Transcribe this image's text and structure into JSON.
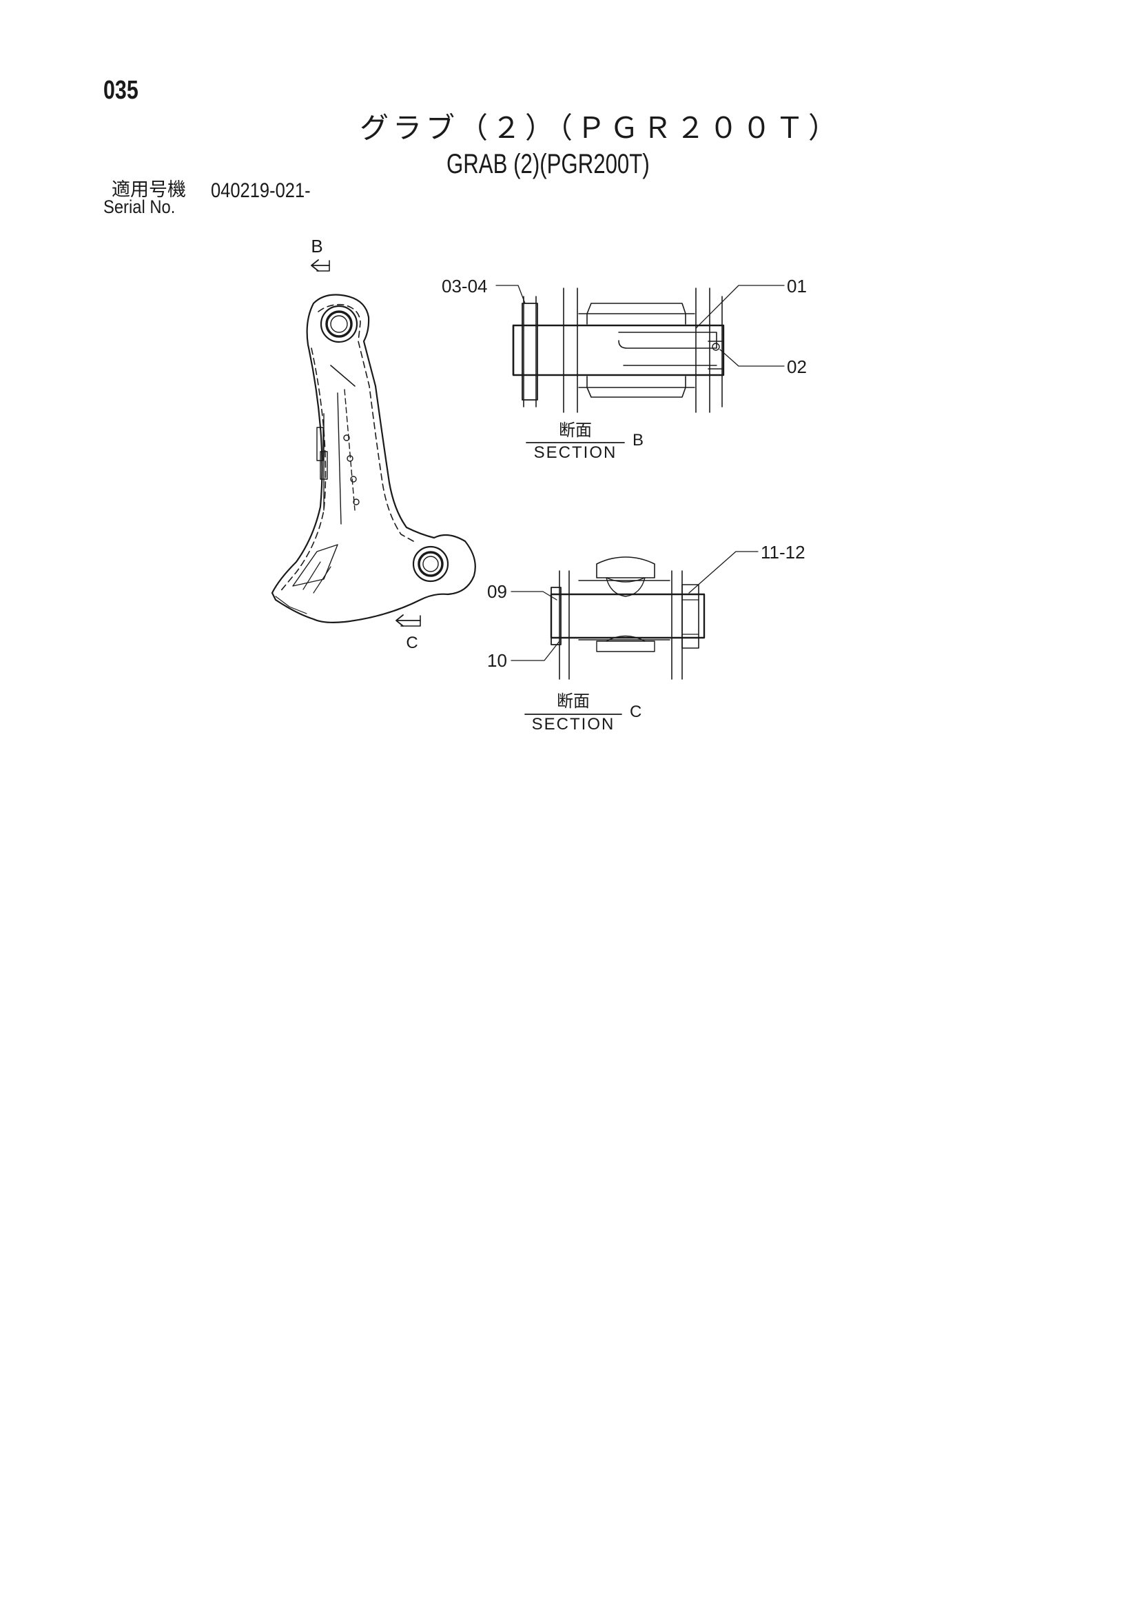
{
  "page_number": "035",
  "title_jp": "グラブ（２）（ＰＧＲ２００Ｔ）",
  "title_en": "GRAB (2)(PGR200T)",
  "serial": {
    "label_jp": "適用号機",
    "label_en": "Serial No.",
    "value": "040219-021-"
  },
  "view_markers": {
    "b": "B",
    "c": "C"
  },
  "sections": {
    "b": {
      "label_jp": "断面",
      "label_en": "SECTION",
      "letter": "B"
    },
    "c": {
      "label_jp": "断面",
      "label_en": "SECTION",
      "letter": "C"
    }
  },
  "callouts": [
    "03-04",
    "01",
    "02",
    "11-12",
    "09",
    "10"
  ]
}
